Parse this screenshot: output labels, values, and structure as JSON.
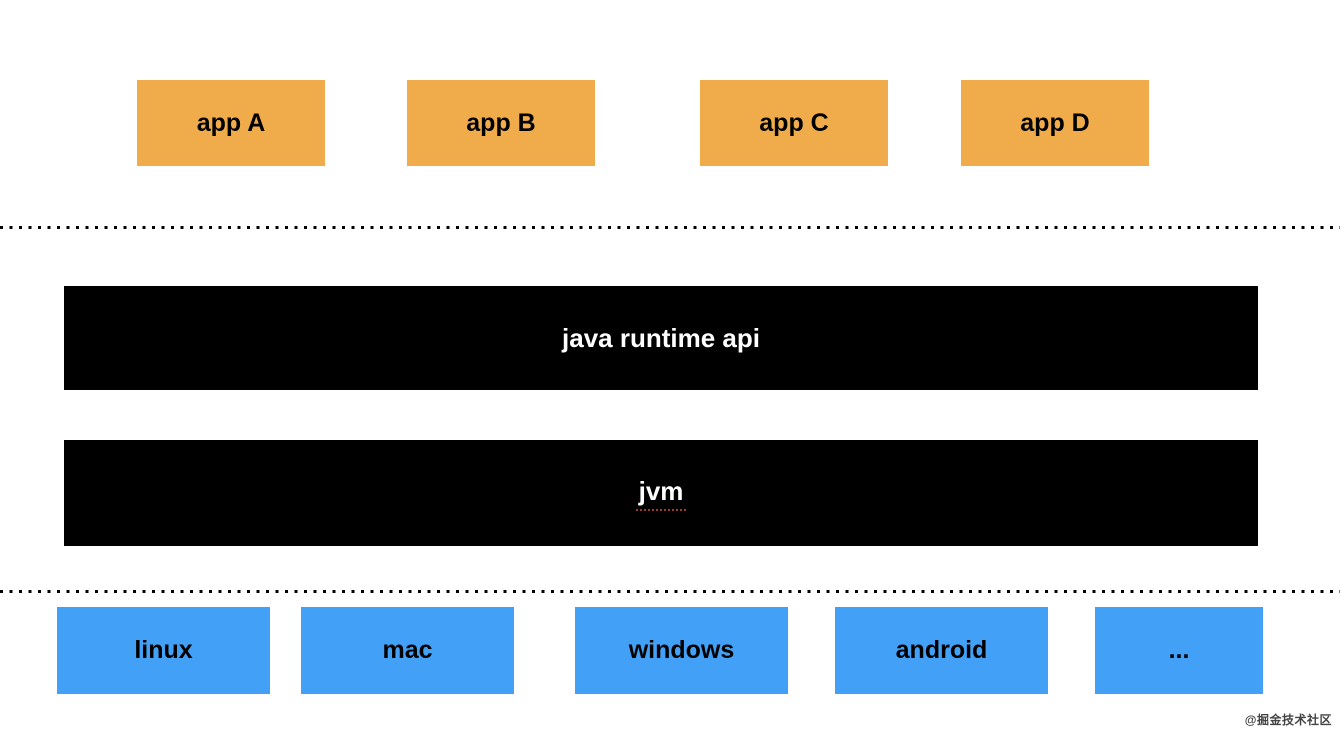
{
  "diagram": {
    "apps": [
      {
        "label": "app A"
      },
      {
        "label": "app B"
      },
      {
        "label": "app C"
      },
      {
        "label": "app D"
      }
    ],
    "layers": {
      "api": {
        "label": "java runtime api"
      },
      "jvm": {
        "label": "jvm",
        "spellcheck_underline": true
      }
    },
    "platforms": [
      {
        "label": "linux"
      },
      {
        "label": "mac"
      },
      {
        "label": "windows"
      },
      {
        "label": "android"
      },
      {
        "label": "..."
      }
    ],
    "colors": {
      "app_box": "#F0AC4B",
      "platform_box": "#42A1F6",
      "layer_bar": "#000000",
      "layer_bar_text": "#FFFFFF",
      "box_text": "#000000",
      "separator_dots": "#000000",
      "jvm_spellcheck_underline": "#9E3A2B",
      "watermark_text": "#444444"
    }
  },
  "watermark": {
    "text": "@掘金技术社区"
  }
}
